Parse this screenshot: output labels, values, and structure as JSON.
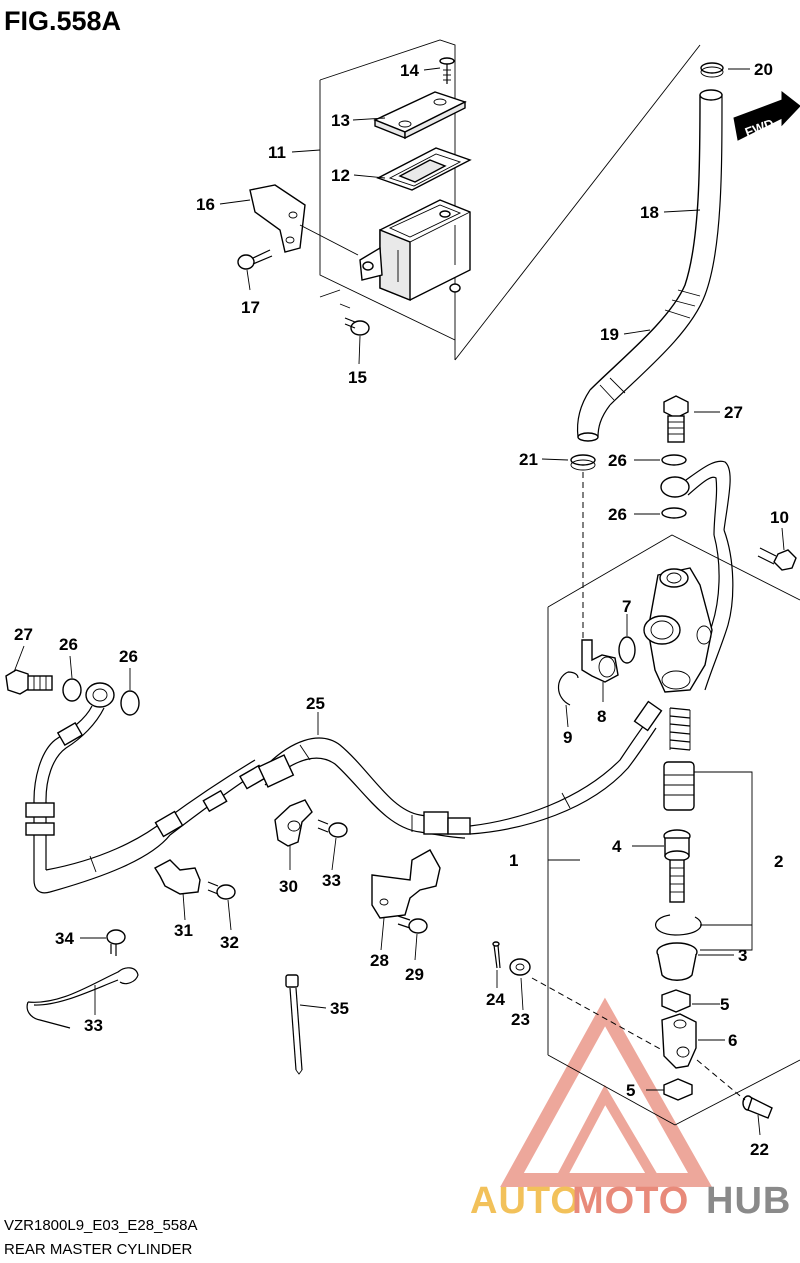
{
  "figure": {
    "title": "FIG.558A",
    "code": "VZR1800L9_E03_E28_558A",
    "caption": "REAR MASTER CYLINDER"
  },
  "direction_badge": "FWD",
  "watermark": {
    "part1": "AUTO",
    "part2": "MOTO",
    "part3": "HUB",
    "color1": "#f2c15a",
    "color2": "#e88a7a",
    "color3": "#8a8a8a"
  },
  "callouts": {
    "c1": "1",
    "c2": "2",
    "c3": "3",
    "c4": "4",
    "c5a": "5",
    "c5b": "5",
    "c6": "6",
    "c7": "7",
    "c8": "8",
    "c9": "9",
    "c10": "10",
    "c11": "11",
    "c12": "12",
    "c13": "13",
    "c14": "14",
    "c15": "15",
    "c16": "16",
    "c17": "17",
    "c18": "18",
    "c19": "19",
    "c20": "20",
    "c21": "21",
    "c22": "22",
    "c23": "23",
    "c24": "24",
    "c25": "25",
    "c26a": "26",
    "c26b": "26",
    "c26c": "26",
    "c26d": "26",
    "c27a": "27",
    "c27b": "27",
    "c28": "28",
    "c29": "29",
    "c30": "30",
    "c31": "31",
    "c32": "32",
    "c33a": "33",
    "c33b": "33",
    "c34": "34",
    "c35": "35"
  }
}
